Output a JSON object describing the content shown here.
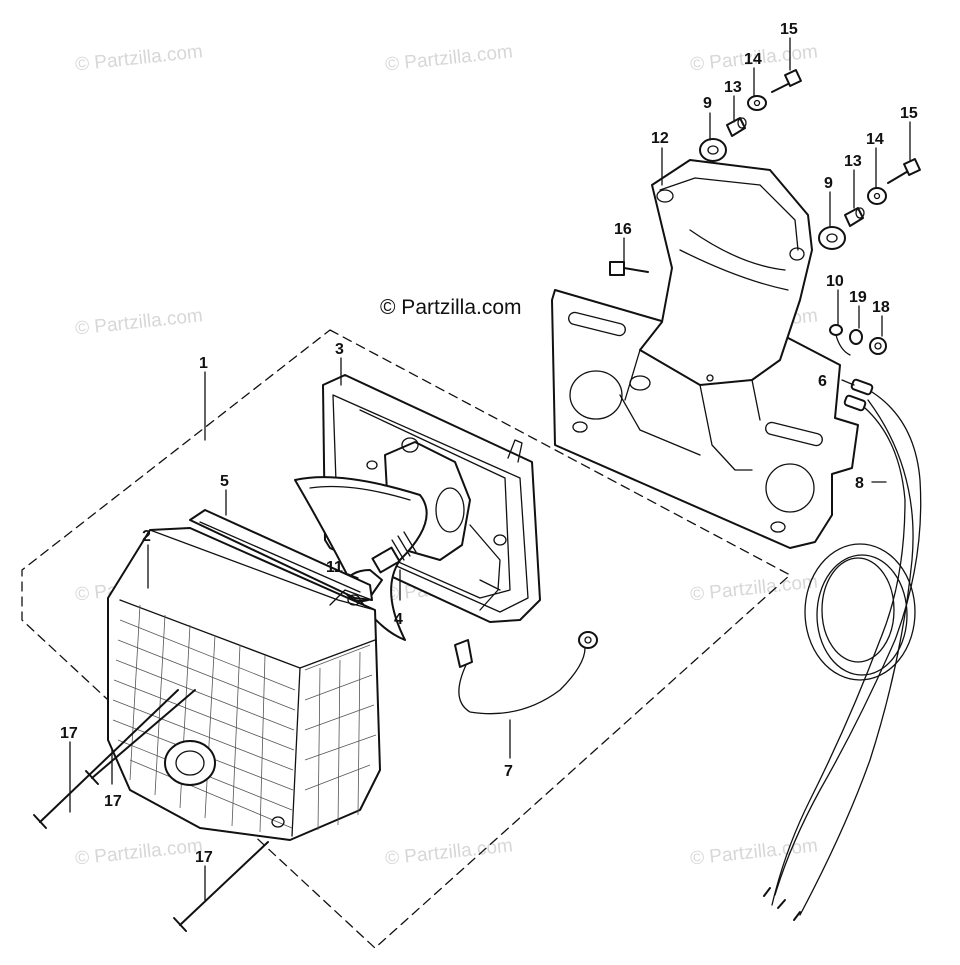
{
  "watermark": "© Partzilla.com",
  "credit": "© Partzilla.com",
  "callouts": {
    "c1": "1",
    "c2": "2",
    "c3": "3",
    "c4": "4",
    "c5": "5",
    "c6": "6",
    "c7": "7",
    "c8": "8",
    "c9a": "9",
    "c9b": "9",
    "c10": "10",
    "c11": "11",
    "c12": "12",
    "c13a": "13",
    "c13b": "13",
    "c14a": "14",
    "c14b": "14",
    "c15a": "15",
    "c15b": "15",
    "c16": "16",
    "c17a": "17",
    "c17b": "17",
    "c17c": "17",
    "c18": "18",
    "c19": "19"
  }
}
